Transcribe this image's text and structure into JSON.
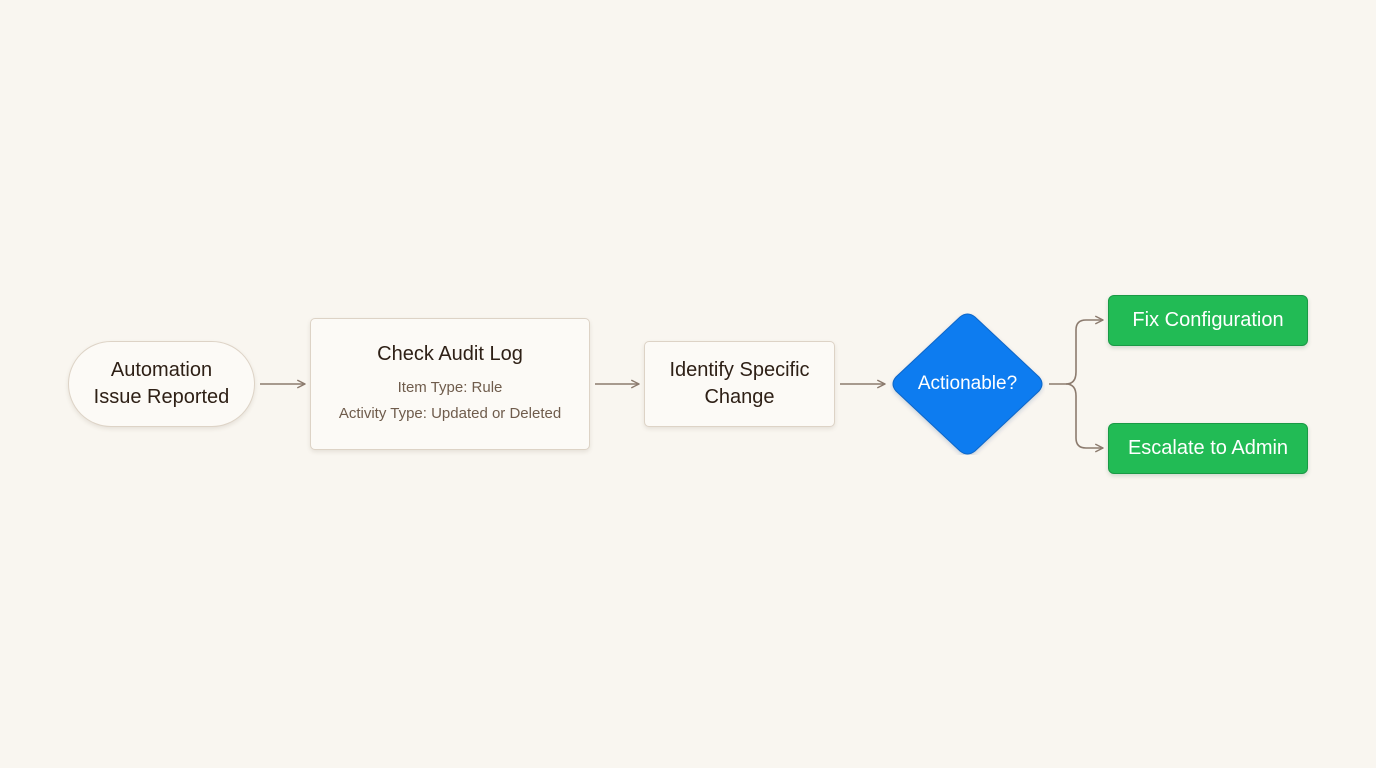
{
  "diagram": {
    "type": "flowchart",
    "direction": "left-to-right",
    "colors": {
      "background": "#f9f6f0",
      "node_fill": "#fcfaf6",
      "node_border": "#ddd3c6",
      "text_primary": "#2e2016",
      "text_secondary": "#6f5c4c",
      "connector": "#8c7b6e",
      "decision_fill": "#0a7cf0",
      "outcome_fill": "#22bb55"
    },
    "nodes": {
      "start": {
        "shape": "terminal",
        "line1": "Automation",
        "line2": "Issue Reported"
      },
      "audit": {
        "shape": "process",
        "title": "Check Audit Log",
        "detail1": "Item Type: Rule",
        "detail2": "Activity Type: Updated or Deleted"
      },
      "identify": {
        "shape": "process",
        "line1": "Identify Specific",
        "line2": "Change"
      },
      "decision": {
        "shape": "decision",
        "label": "Actionable?"
      },
      "fix": {
        "shape": "outcome",
        "label": "Fix Configuration"
      },
      "escalate": {
        "shape": "outcome",
        "label": "Escalate to Admin"
      }
    },
    "edges": [
      {
        "from": "start",
        "to": "audit"
      },
      {
        "from": "audit",
        "to": "identify"
      },
      {
        "from": "identify",
        "to": "decision"
      },
      {
        "from": "decision",
        "to": "fix"
      },
      {
        "from": "decision",
        "to": "escalate"
      }
    ]
  }
}
